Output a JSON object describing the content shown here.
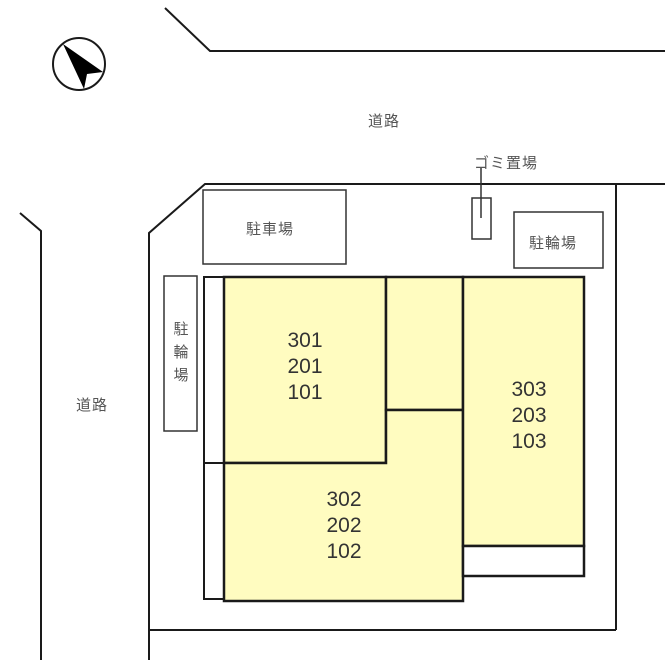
{
  "compass": {
    "icon": "north-arrow-icon",
    "direction": "northwest"
  },
  "roads": {
    "top_label": "道路",
    "left_label": "道路"
  },
  "facilities": {
    "parking": "駐車場",
    "garbage": "ゴミ置場",
    "bicycle_right": "駐輪場",
    "bicycle_left": [
      "駐",
      "輪",
      "場"
    ]
  },
  "units": {
    "left_block": [
      "301",
      "201",
      "101"
    ],
    "center_block": [
      "302",
      "202",
      "102"
    ],
    "right_block": [
      "303",
      "203",
      "103"
    ]
  },
  "colors": {
    "building_fill": "#fffcc0",
    "line": "#1a1a1a",
    "box_line": "#333333",
    "text": "#333333"
  }
}
